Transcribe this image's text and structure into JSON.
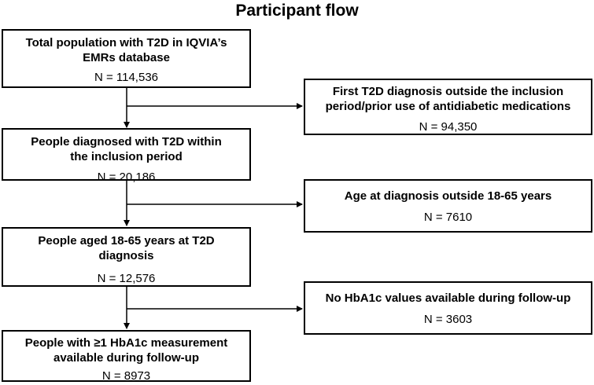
{
  "title": "Participant flow",
  "boxes": {
    "total": {
      "label": "Total population with T2D in IQVIA’s EMRs database",
      "n": "N = 114,536"
    },
    "diagnosed": {
      "label": "People diagnosed with T2D within the inclusion period",
      "n": "N = 20,186"
    },
    "aged": {
      "label": "People aged 18-65 years at T2D diagnosis",
      "n": "N = 12,576"
    },
    "hba1c": {
      "label": "People with ≥1 HbA1c measurement available during follow-up",
      "n": "N  = 8973"
    }
  },
  "exclusions": {
    "first": {
      "label": "First T2D diagnosis outside the inclusion period/prior use of antidiabetic medications",
      "n": "N = 94,350"
    },
    "age": {
      "label": "Age at diagnosis outside 18-65 years",
      "n": "N = 7610"
    },
    "nohba1c": {
      "label": "No HbA1c values available during follow-up",
      "n": "N = 3603"
    }
  }
}
